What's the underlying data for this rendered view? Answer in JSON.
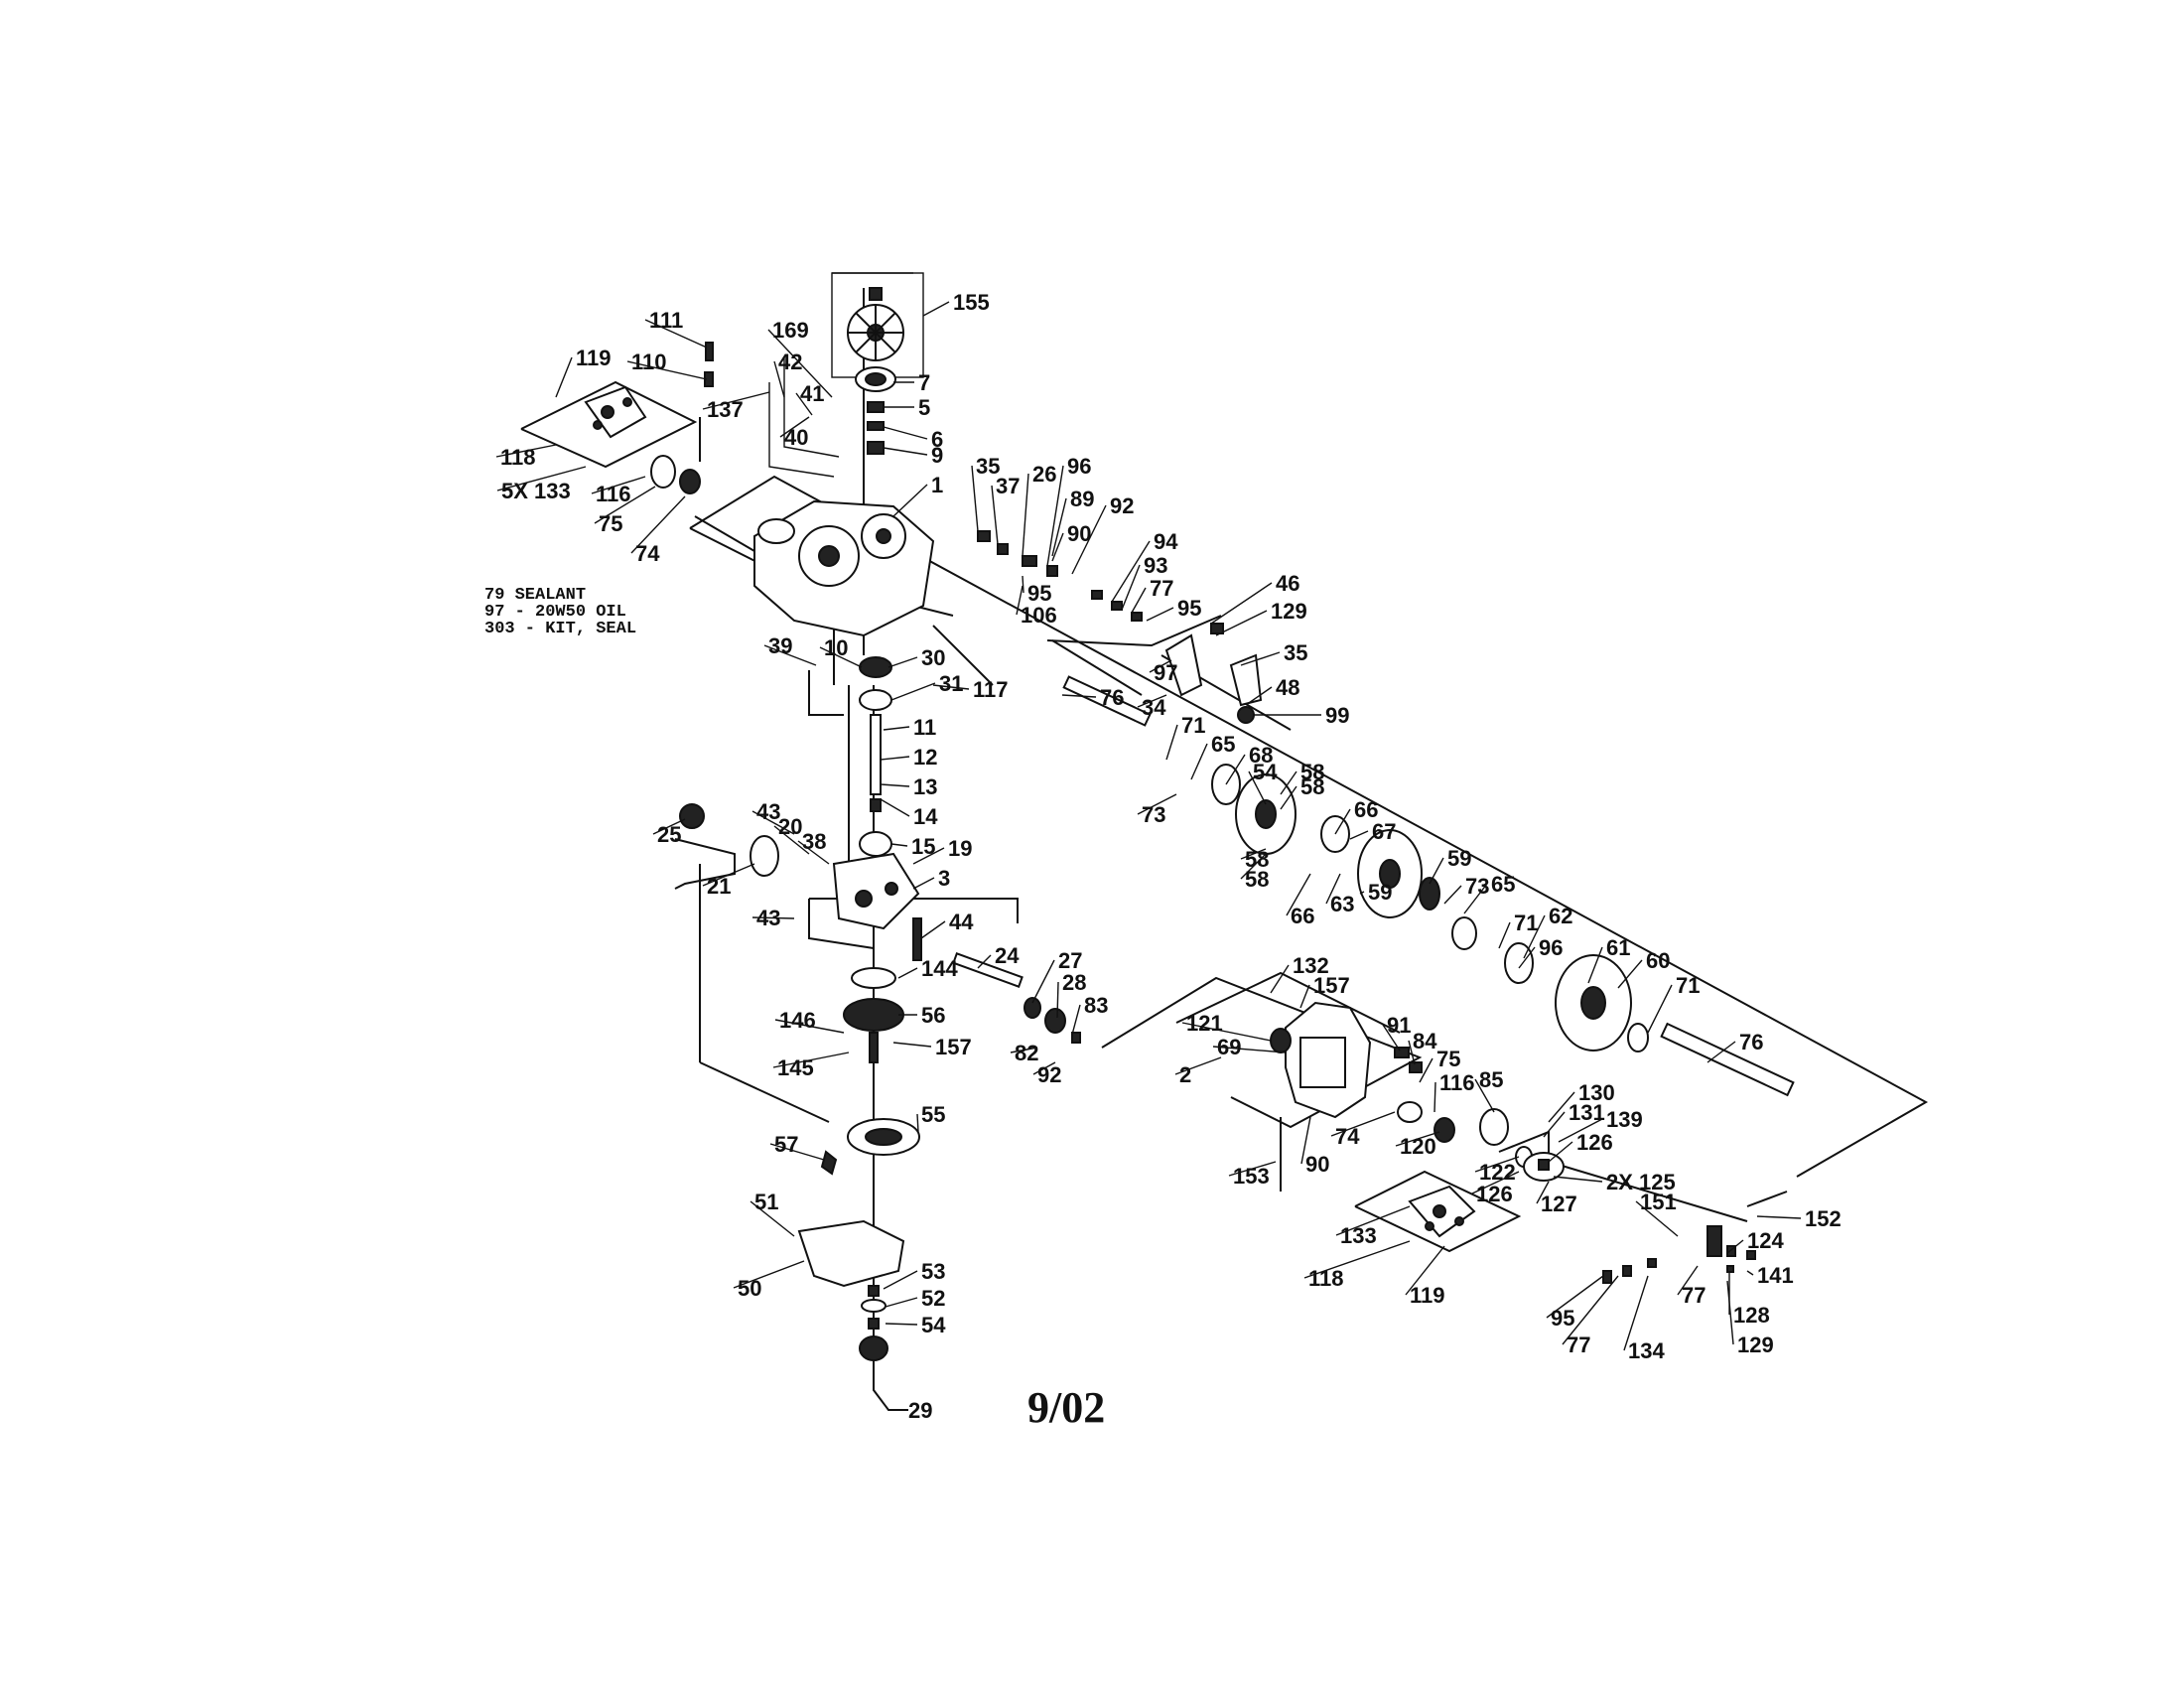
{
  "notes": [
    "79 SEALANT",
    "97 - 20W50 OIL",
    "303 - KIT, SEAL"
  ],
  "date": "9/02",
  "callouts": [
    "155",
    "111",
    "110",
    "119",
    "169",
    "42",
    "137",
    "41",
    "7",
    "5",
    "6",
    "9",
    "40",
    "1",
    "118",
    "5X 133",
    "116",
    "75",
    "74",
    "35",
    "37",
    "26",
    "96",
    "89",
    "92",
    "90",
    "94",
    "93",
    "77",
    "95",
    "95",
    "106",
    "46",
    "129",
    "35",
    "97",
    "34",
    "48",
    "99",
    "76",
    "39",
    "10",
    "30",
    "31",
    "117",
    "11",
    "12",
    "13",
    "14",
    "15",
    "19",
    "3",
    "20",
    "43",
    "38",
    "25",
    "21",
    "43",
    "44",
    "71",
    "65",
    "68",
    "73",
    "54",
    "58",
    "58",
    "58",
    "58",
    "66",
    "67",
    "63",
    "66",
    "59",
    "59",
    "73",
    "65",
    "71",
    "62",
    "96",
    "61",
    "60",
    "71",
    "76",
    "24",
    "27",
    "28",
    "83",
    "82",
    "92",
    "144",
    "56",
    "146",
    "157",
    "145",
    "55",
    "57",
    "51",
    "50",
    "53",
    "52",
    "54",
    "29",
    "132",
    "157",
    "121",
    "69",
    "2",
    "91",
    "84",
    "75",
    "116",
    "85",
    "130",
    "131",
    "139",
    "74",
    "120",
    "122",
    "126",
    "126",
    "2X 125",
    "127",
    "153",
    "90",
    "151",
    "152",
    "124",
    "141",
    "133",
    "118",
    "119",
    "95",
    "77",
    "134",
    "77",
    "128",
    "129"
  ]
}
